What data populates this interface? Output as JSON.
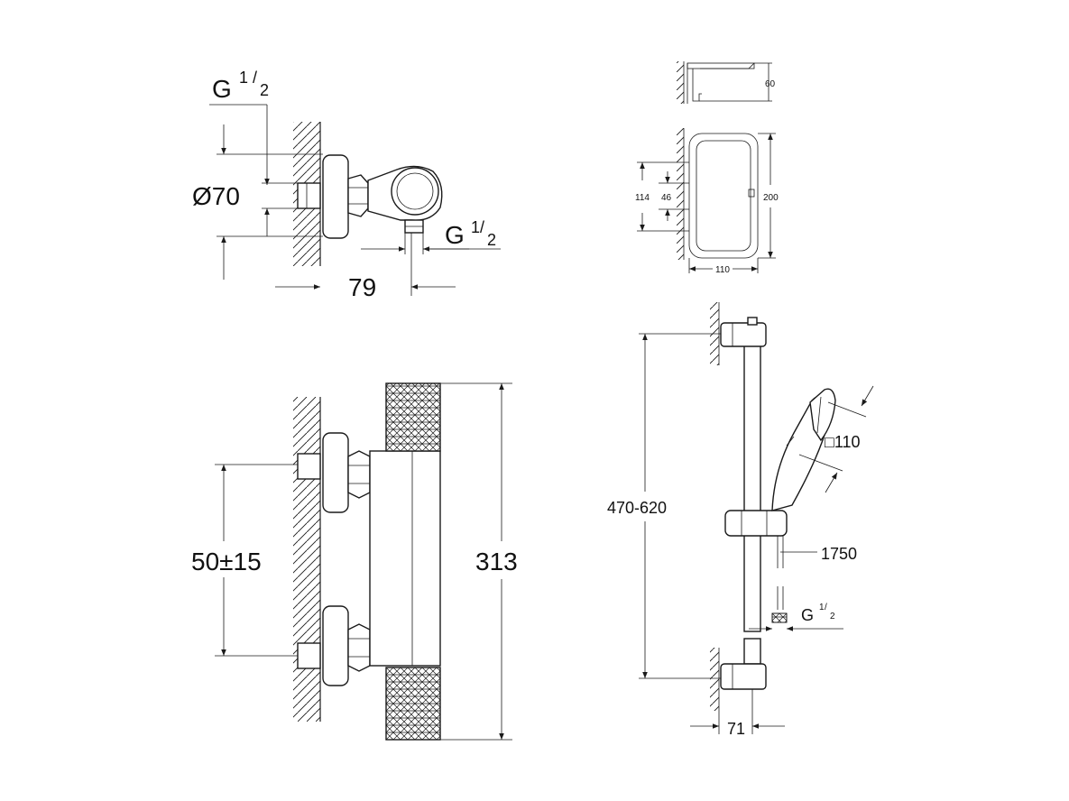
{
  "colors": {
    "line": "#1a1a1a",
    "background": "#ffffff"
  },
  "dims": {
    "g_top": {
      "g": "G",
      "sup": "1",
      "sub": "2"
    },
    "dia": "Ø70",
    "g_right": {
      "g": "G",
      "sup": "1",
      "sub": "2"
    },
    "d79": "79",
    "d50": "50±15",
    "d313": "313",
    "tray": {
      "d60": "60",
      "d114": "114",
      "d46": "46",
      "d200": "200",
      "d110": "110"
    },
    "d470": "470-620",
    "head": "□110",
    "d1750": "1750",
    "g_hose": {
      "g": "G",
      "sup": "1",
      "sub": "2"
    },
    "d71": "71"
  }
}
